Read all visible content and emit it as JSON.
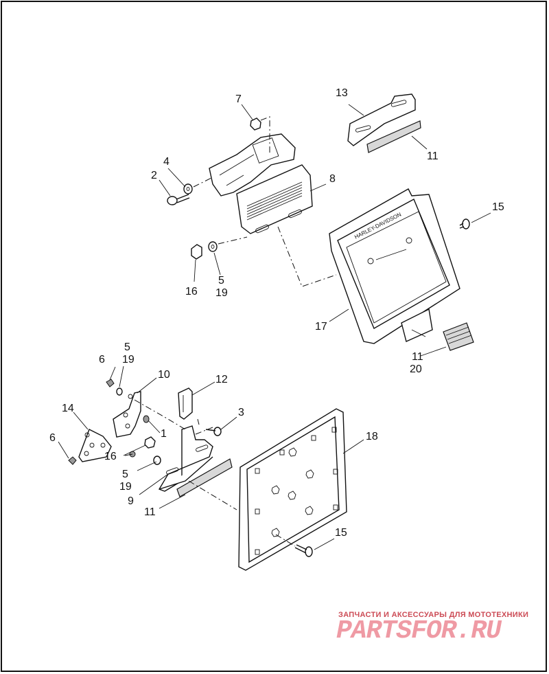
{
  "callouts": {
    "c1": "1",
    "c2": "2",
    "c3": "3",
    "c4": "4",
    "c5a": "5",
    "c5b": "5",
    "c5c": "5",
    "c6a": "6",
    "c6b": "6",
    "c7": "7",
    "c8": "8",
    "c9": "9",
    "c10": "10",
    "c11a": "11",
    "c11b": "11",
    "c11c": "11",
    "c12": "12",
    "c13": "13",
    "c14": "14",
    "c15a": "15",
    "c15b": "15",
    "c16a": "16",
    "c16b": "16",
    "c17": "17",
    "c18": "18",
    "c19a": "19",
    "c19b": "19",
    "c19c": "19",
    "c20": "20"
  },
  "watermark": {
    "caption": "ЗАПЧАСТИ И АКСЕССУАРЫ ДЛЯ МОТОТЕХНИКИ",
    "logo": "PARTSFOR.RU"
  },
  "colors": {
    "ink": "#111111",
    "watermark": "#cc4b55"
  }
}
